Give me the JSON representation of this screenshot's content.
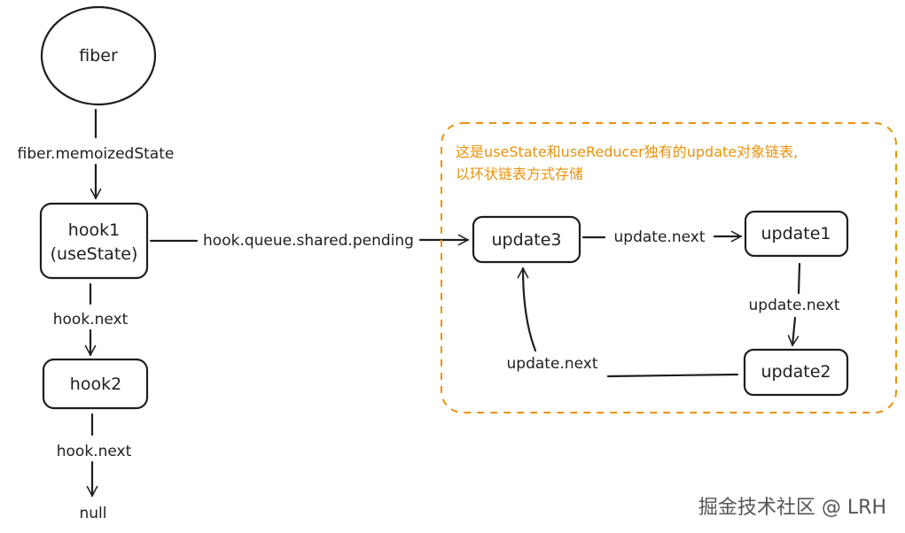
{
  "nodes": {
    "fiber": "fiber",
    "hook1_line1": "hook1",
    "hook1_line2": "(useState)",
    "hook2": "hook2",
    "null": "null",
    "update3": "update3",
    "update1": "update1",
    "update2": "update2"
  },
  "edges": {
    "fiber_memoized": "fiber.memoizedState",
    "hook1_next": "hook.next",
    "hook2_next": "hook.next",
    "queue_pending": "hook.queue.shared.pending",
    "u3_next": "update.next",
    "u1_next": "update.next",
    "u2_next": "update.next"
  },
  "note": {
    "line1": "这是useState和useReducer独有的update对象链表,",
    "line2": "以环状链表方式存储"
  },
  "watermark": "掘金技术社区 @ LRH",
  "colors": {
    "stroke": "#1e1e1e",
    "accent": "#e8920c"
  }
}
